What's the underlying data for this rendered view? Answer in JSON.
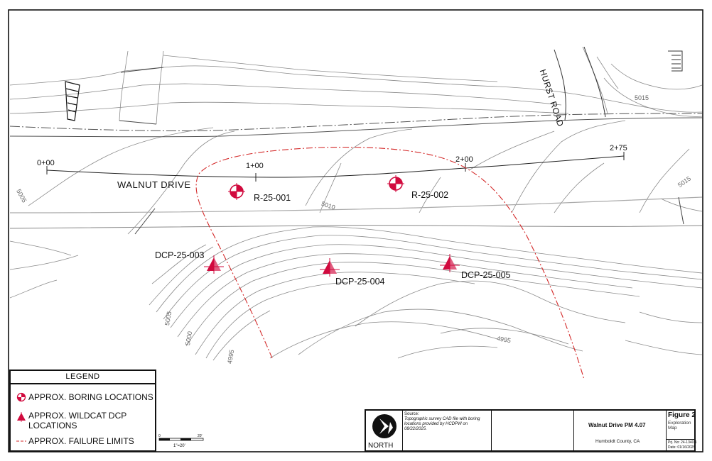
{
  "map": {
    "road_label": "WALNUT DRIVE",
    "side_road_label": "HURST ROAD",
    "stations": [
      "0+00",
      "1+00",
      "2+00",
      "2+75"
    ],
    "contour_labels": [
      "5005",
      "5010",
      "5015",
      "5015",
      "5005",
      "5000",
      "4995",
      "4995"
    ],
    "borings": [
      "R-25-001",
      "R-25-002"
    ],
    "dcp_points": [
      "DCP-25-003",
      "DCP-25-004",
      "DCP-25-005"
    ]
  },
  "legend": {
    "title": "LEGEND",
    "boring": "APPROX. BORING LOCATIONS",
    "dcp_line1": "APPROX. WILDCAT DCP",
    "dcp_line2": "LOCATIONS",
    "failure": "APPROX. FAILURE LIMITS"
  },
  "scale_bar": {
    "left": "0",
    "right": "20'",
    "label": "1\"=20'"
  },
  "title_block": {
    "north": "NORTH",
    "source_label": "Source:",
    "source_text": "Topographic survey CAD file with boring locations provided by HCDPW on 08/22/2025.",
    "project": "Walnut Drive PM 4.07",
    "location": "Humboldt County, CA",
    "figure": "Figure 2",
    "figure_desc_1": "Exploration",
    "figure_desc_2": "Map",
    "project_no": "Prj. No: 24-1340.1",
    "date": "Date: 01/16/2025"
  },
  "colors": {
    "marker": "#d10a3e",
    "failure_line": "#d42a2a",
    "contour": "#8a8a8a",
    "ink": "#111111"
  }
}
